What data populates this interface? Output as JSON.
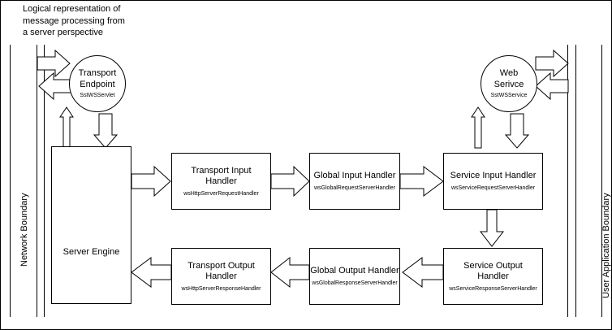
{
  "caption": "Logical representation of\nmessage processing from\na server perspective",
  "boundaries": {
    "left_label": "Network Boundary",
    "right_label": "User Application Boundary"
  },
  "nodes": {
    "transport_endpoint": {
      "title": "Transport\nEndpoint",
      "subtitle": "SstWSServlet"
    },
    "web_service": {
      "title": "Web\nSerivce",
      "subtitle": "SstWSService"
    },
    "server_engine": {
      "title": "Server Engine",
      "subtitle": ""
    },
    "transport_input": {
      "title": "Transport Input\nHandler",
      "subtitle": "wsHttpServerRequestHandler"
    },
    "global_input": {
      "title": "Global Input Handler",
      "subtitle": "wsGlobalRequestServerHandler"
    },
    "service_input": {
      "title": "Service Input Handler",
      "subtitle": "wsServiceRequestServerHandler"
    },
    "transport_output": {
      "title": "Transport Output\nHandler",
      "subtitle": "wsHttpServerResponseHandler"
    },
    "global_output": {
      "title": "Global Output Handler",
      "subtitle": "wsGlobalResponseServerHandler"
    },
    "service_output": {
      "title": "Service Output\nHandler",
      "subtitle": "wsServiceResponseServerHandler"
    }
  },
  "colors": {
    "stroke": "#000000",
    "background": "#ffffff",
    "subtitle": "#000000"
  }
}
